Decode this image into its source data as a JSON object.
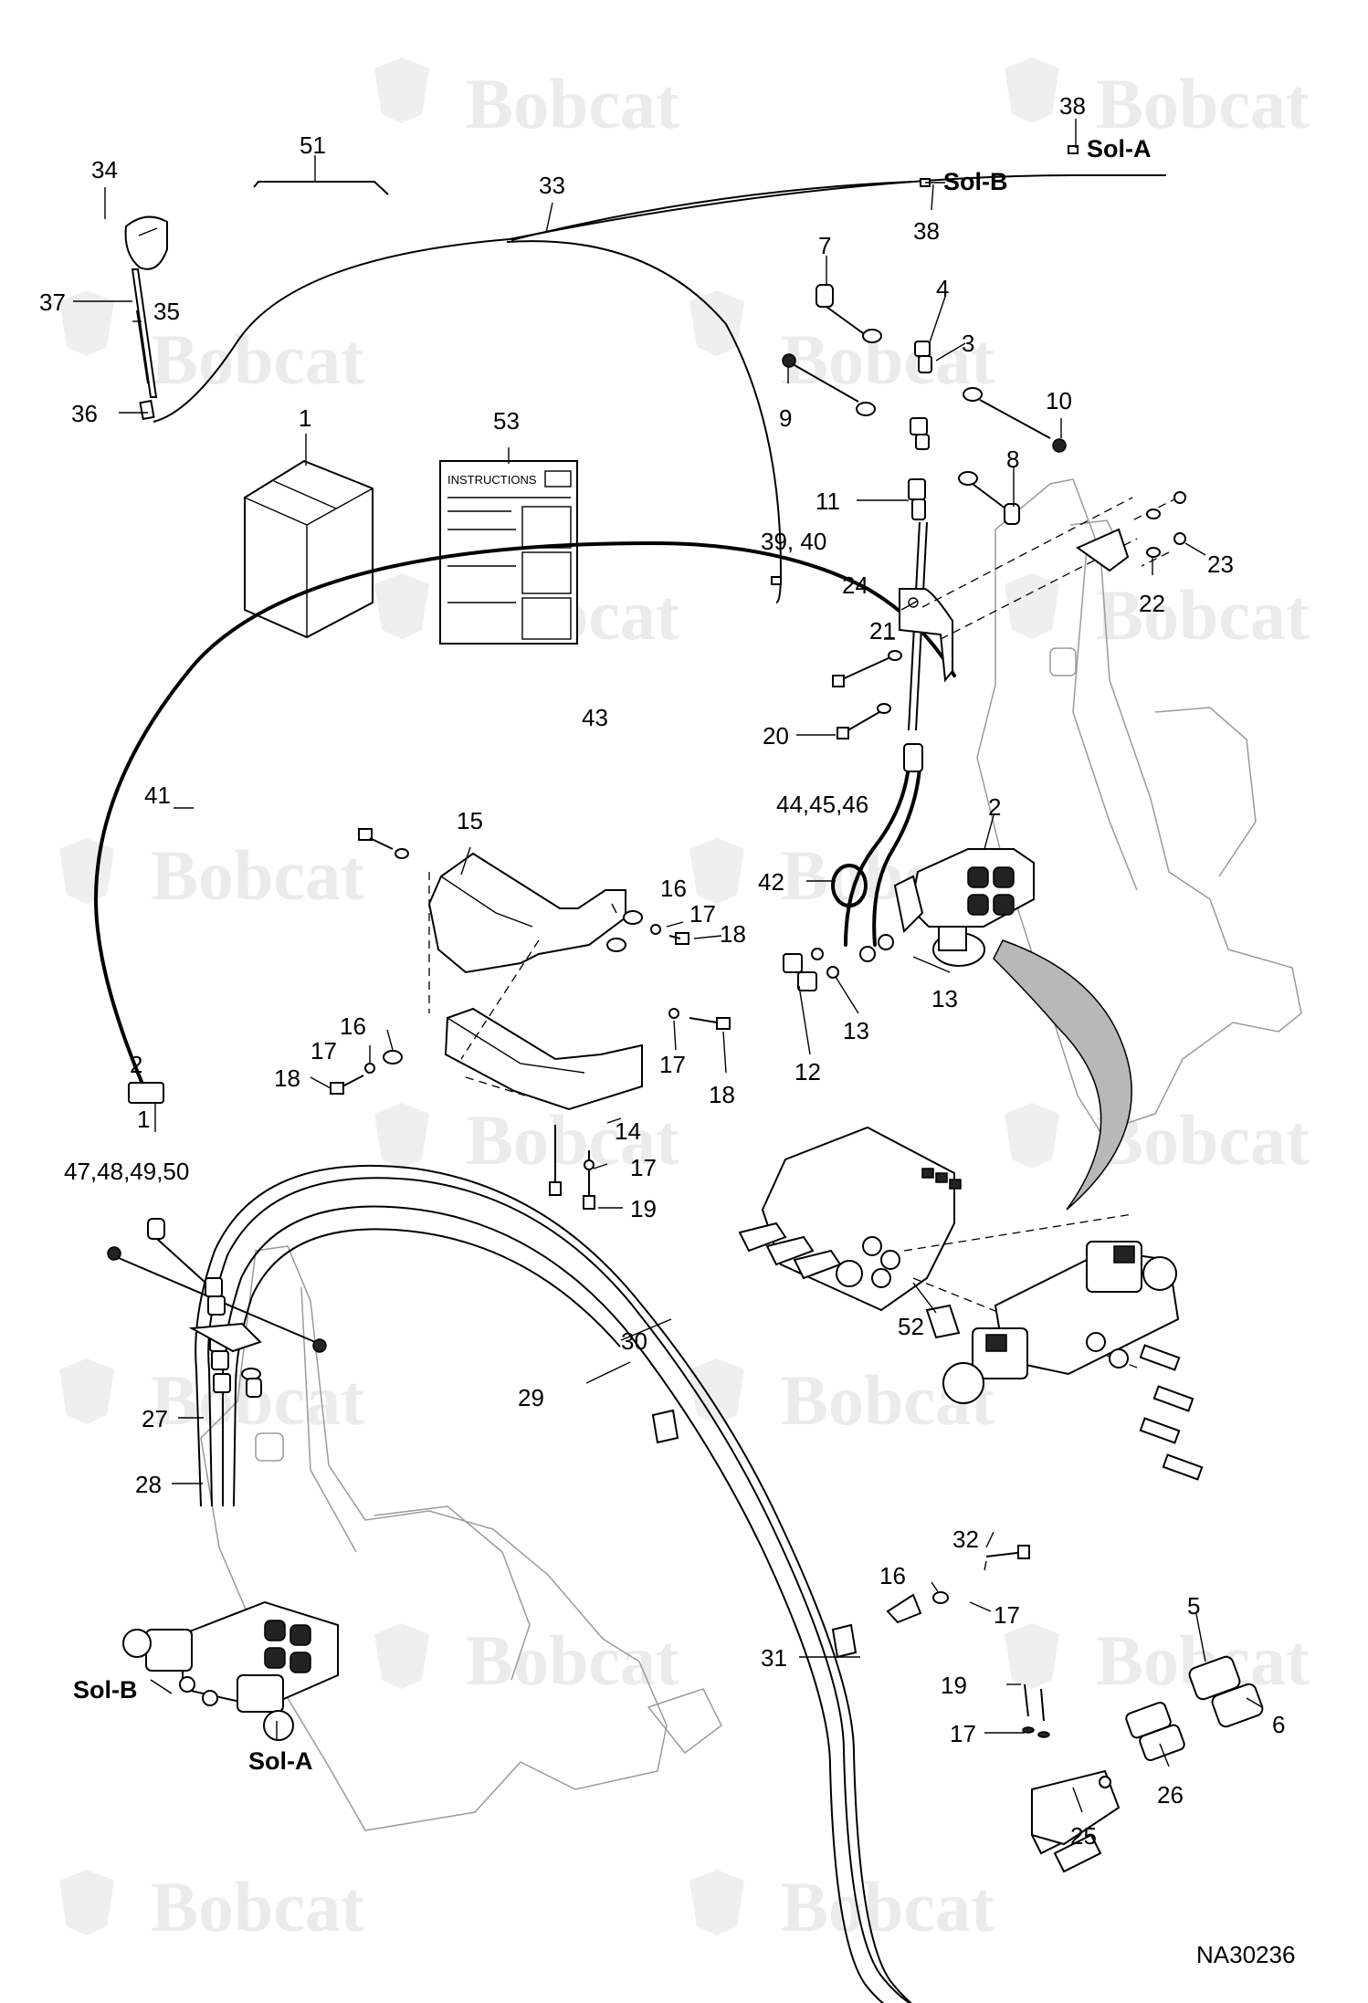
{
  "watermark": {
    "brand": "Bobcat"
  },
  "figure_id": "NA30236",
  "instructions_sheet": {
    "header": "INSTRUCTIONS"
  },
  "solenoids": {
    "a": "Sol-A",
    "b": "Sol-B"
  },
  "callouts": {
    "c1": "1",
    "c2": "2",
    "c3": "3",
    "c4": "4",
    "c5": "5",
    "c6": "6",
    "c7": "7",
    "c8": "8",
    "c9": "9",
    "c10": "10",
    "c11": "11",
    "c12": "12",
    "c13a": "13",
    "c13b": "13",
    "c14": "14",
    "c15": "15",
    "c16a": "16",
    "c16b": "16",
    "c16c": "16",
    "c17a": "17",
    "c17b": "17",
    "c17c": "17",
    "c17d": "17",
    "c17e": "17",
    "c17f": "17",
    "c18a": "18",
    "c18b": "18",
    "c18c": "18",
    "c19a": "19",
    "c19b": "19",
    "c20": "20",
    "c21": "21",
    "c22": "22",
    "c23": "23",
    "c24": "24",
    "c25": "25",
    "c26": "26",
    "c27": "27",
    "c28": "28",
    "c29": "29",
    "c30": "30",
    "c31": "31",
    "c32": "32",
    "c33": "33",
    "c34": "34",
    "c35": "35",
    "c36": "36",
    "c37": "37",
    "c38a": "38",
    "c38b": "38",
    "c3940": "39, 40",
    "c41": "41",
    "c42": "42",
    "c43": "43",
    "c444546": "44,45,46",
    "c47to50": "47,48,49,50",
    "c51": "51",
    "c52": "52",
    "c53": "53",
    "conn_pin2": "2",
    "conn_pin1": "1"
  }
}
